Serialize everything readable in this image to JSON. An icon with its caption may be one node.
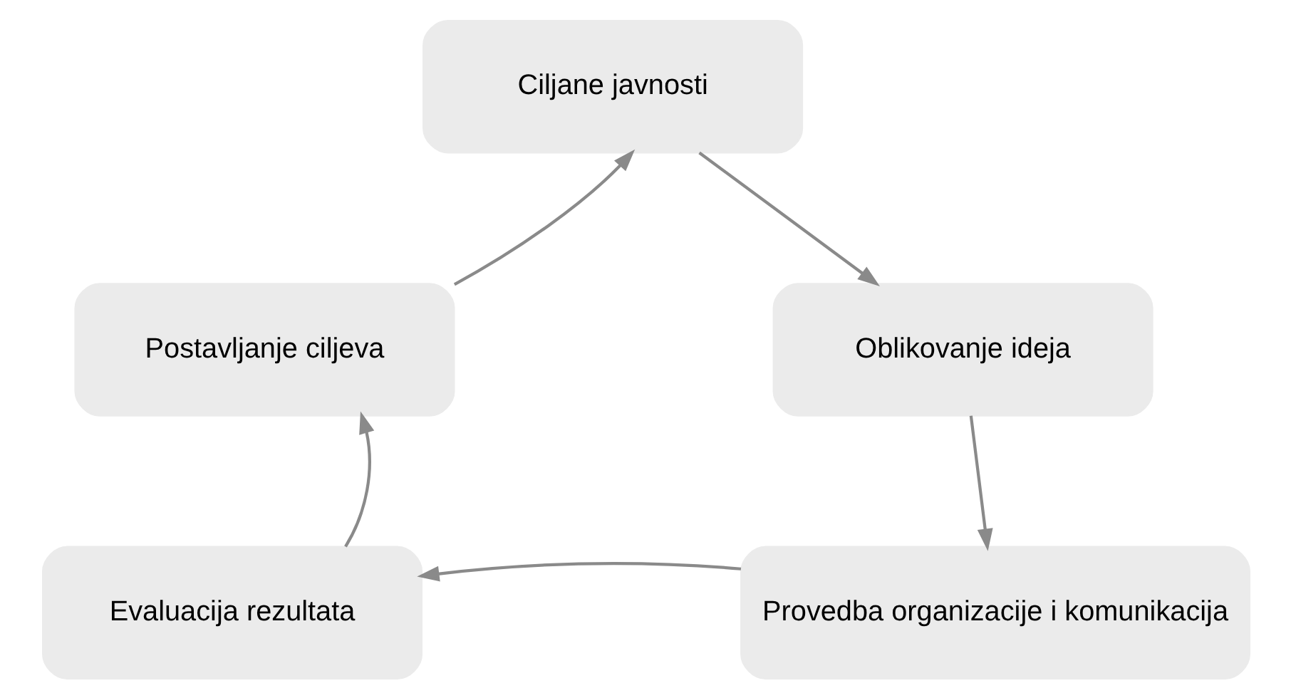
{
  "diagram": {
    "nodes": [
      {
        "text": [
          "Ciljane javnosti"
        ]
      },
      {
        "text": [
          "Postavljanje ciljeva"
        ]
      },
      {
        "text": [
          "Oblikovanje ideja"
        ]
      },
      {
        "text": [
          "Evaluacija rezultata"
        ]
      },
      {
        "text": [
          "Provedba organizacije i komunikacija"
        ]
      }
    ],
    "edges": [
      {
        "from": 1,
        "to": 0,
        "arrow": "to"
      },
      {
        "from": 0,
        "to": 2,
        "arrow": "to"
      },
      {
        "from": 2,
        "to": 4,
        "arrow": "to"
      },
      {
        "from": 4,
        "to": 3,
        "arrow": "to"
      },
      {
        "from": 3,
        "to": 1,
        "arrow": "to"
      }
    ]
  }
}
